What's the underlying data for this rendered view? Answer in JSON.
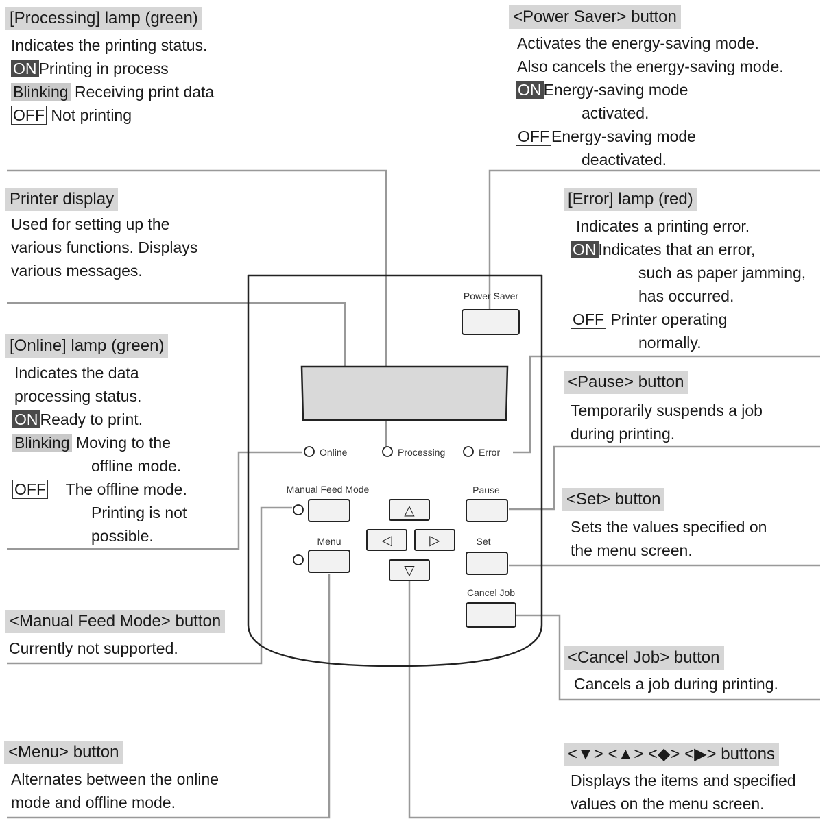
{
  "processing": {
    "title": "[Processing] lamp (green)",
    "desc": "Indicates the printing status.",
    "on": "ON",
    "on_text": "Printing in process",
    "blinking": "Blinking",
    "blinking_text": "Receiving print data",
    "off": "OFF",
    "off_text": "Not printing"
  },
  "power_saver": {
    "title": "<Power Saver> button",
    "desc1": "Activates the energy-saving mode.",
    "desc2": "Also cancels the energy-saving mode.",
    "on": "ON",
    "on_text1": "Energy-saving mode",
    "on_text2": "activated.",
    "off": "OFF",
    "off_text1": "Energy-saving mode",
    "off_text2": "deactivated."
  },
  "printer_display": {
    "title": "Printer display",
    "desc1": "Used for setting up the",
    "desc2": "various functions. Displays",
    "desc3": "various messages."
  },
  "error": {
    "title": "[Error] lamp (red)",
    "desc": "Indicates a printing error.",
    "on": "ON",
    "on_text1": "Indicates that an error,",
    "on_text2": "such as paper jamming,",
    "on_text3": "has occurred.",
    "off": "OFF",
    "off_text1": "Printer operating",
    "off_text2": "normally."
  },
  "online": {
    "title": "[Online] lamp (green)",
    "desc1": "Indicates the data",
    "desc2": "processing status.",
    "on": "ON",
    "on_text": "Ready to print.",
    "blinking": "Blinking",
    "blinking_text1": "Moving to the",
    "blinking_text2": "offline mode.",
    "off": "OFF",
    "off_text1": "The offline mode.",
    "off_text2": "Printing is not",
    "off_text3": "possible."
  },
  "pause": {
    "title": "<Pause> button",
    "desc1": "Temporarily suspends a job",
    "desc2": "during printing."
  },
  "set": {
    "title": "<Set> button",
    "desc1": "Sets the values specified on",
    "desc2": "the menu screen."
  },
  "manual_feed": {
    "title": "<Manual Feed Mode> button",
    "desc": "Currently not supported."
  },
  "cancel_job": {
    "title": "<Cancel Job> button",
    "desc": "Cancels a job during printing."
  },
  "menu": {
    "title": "<Menu> button",
    "desc1": "Alternates between the online",
    "desc2": "mode and offline mode."
  },
  "arrows": {
    "title": "<▼> <▲> <◆> <▶> buttons",
    "desc1": "Displays the items and specified",
    "desc2": "values on the menu screen."
  },
  "panel": {
    "power_saver_label": "Power Saver",
    "online_label": "Online",
    "processing_label": "Processing",
    "error_label": "Error",
    "manual_feed_label": "Manual Feed Mode",
    "pause_label": "Pause",
    "menu_label": "Menu",
    "set_label": "Set",
    "cancel_job_label": "Cancel Job",
    "up_arrow": "△",
    "left_arrow": "◁",
    "right_arrow": "▷",
    "down_arrow": "▽"
  }
}
